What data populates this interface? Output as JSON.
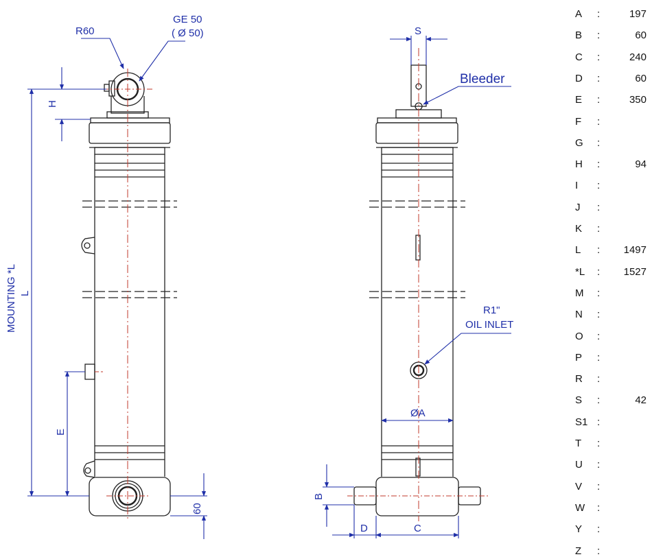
{
  "front_view": {
    "radius_label": "R60",
    "bearing_label": "GE 50",
    "bearing_dia": "( Ø 50)",
    "h_label": "H",
    "mount_label": "MOUNTING *L",
    "l_label": "L",
    "e_label": "E",
    "base_dim": "60"
  },
  "side_view": {
    "s_label": "S",
    "bleeder_label": "Bleeder",
    "inlet_size": "R1\"",
    "inlet_label": "OIL INLET",
    "dia_label": "ØA",
    "b_label": "B",
    "d_label": "D",
    "c_label": "C"
  },
  "spec_table": [
    {
      "key": "A",
      "value": "197"
    },
    {
      "key": "B",
      "value": "60"
    },
    {
      "key": "C",
      "value": "240"
    },
    {
      "key": "D",
      "value": "60"
    },
    {
      "key": "E",
      "value": "350"
    },
    {
      "key": "F",
      "value": ""
    },
    {
      "key": "G",
      "value": ""
    },
    {
      "key": "H",
      "value": "94"
    },
    {
      "key": "I",
      "value": ""
    },
    {
      "key": "J",
      "value": ""
    },
    {
      "key": "K",
      "value": ""
    },
    {
      "key": "L",
      "value": "1497"
    },
    {
      "key": "*L",
      "value": "1527"
    },
    {
      "key": "M",
      "value": ""
    },
    {
      "key": "N",
      "value": ""
    },
    {
      "key": "O",
      "value": ""
    },
    {
      "key": "P",
      "value": ""
    },
    {
      "key": "R",
      "value": ""
    },
    {
      "key": "S",
      "value": "42"
    },
    {
      "key": "S1",
      "value": ""
    },
    {
      "key": "T",
      "value": ""
    },
    {
      "key": "U",
      "value": ""
    },
    {
      "key": "V",
      "value": ""
    },
    {
      "key": "W",
      "value": ""
    },
    {
      "key": "Y",
      "value": ""
    },
    {
      "key": "Z",
      "value": ""
    }
  ],
  "colors": {
    "dimension": "#1f2fa8",
    "centerline": "#c0392b",
    "outline": "#222222"
  }
}
